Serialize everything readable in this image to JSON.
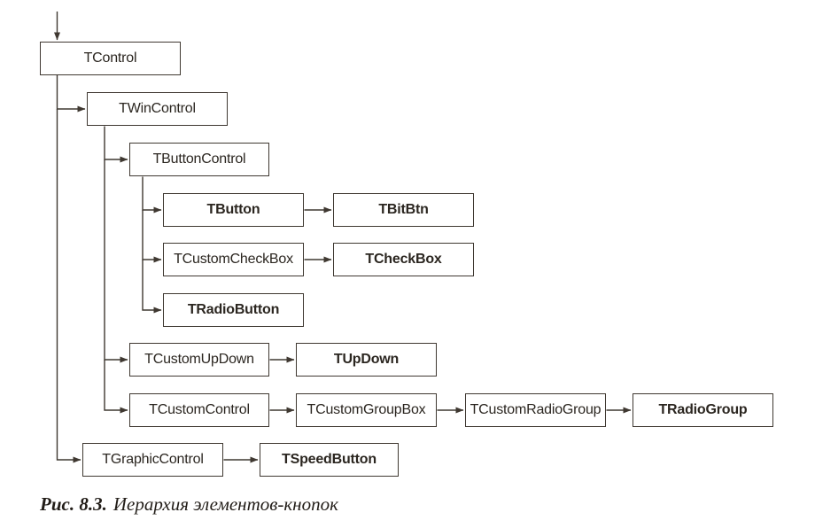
{
  "figure": {
    "label": "Рис. 8.3.",
    "title": "Иерархия элементов-кнопок"
  },
  "colors": {
    "ink": "#3f3831",
    "text": "#2b2620",
    "background": "#ffffff"
  },
  "diagram": {
    "incoming_arrow_to": "TControl",
    "nodes": [
      {
        "id": "TControl",
        "label": "TControl",
        "bold": false
      },
      {
        "id": "TWinControl",
        "label": "TWinControl",
        "bold": false
      },
      {
        "id": "TButtonControl",
        "label": "TButtonControl",
        "bold": false
      },
      {
        "id": "TButton",
        "label": "TButton",
        "bold": true
      },
      {
        "id": "TBitBtn",
        "label": "TBitBtn",
        "bold": true
      },
      {
        "id": "TCustomCheckBox",
        "label": "TCustomCheckBox",
        "bold": false
      },
      {
        "id": "TCheckBox",
        "label": "TCheckBox",
        "bold": true
      },
      {
        "id": "TRadioButton",
        "label": "TRadioButton",
        "bold": true
      },
      {
        "id": "TCustomUpDown",
        "label": "TCustomUpDown",
        "bold": false
      },
      {
        "id": "TUpDown",
        "label": "TUpDown",
        "bold": true
      },
      {
        "id": "TCustomControl",
        "label": "TCustomControl",
        "bold": false
      },
      {
        "id": "TCustomGroupBox",
        "label": "TCustomGroupBox",
        "bold": false
      },
      {
        "id": "TCustomRadioGroup",
        "label": "TCustomRadioGroup",
        "bold": false
      },
      {
        "id": "TRadioGroup",
        "label": "TRadioGroup",
        "bold": true
      },
      {
        "id": "TGraphicControl",
        "label": "TGraphicControl",
        "bold": false
      },
      {
        "id": "TSpeedButton",
        "label": "TSpeedButton",
        "bold": true
      }
    ],
    "edges": [
      {
        "from": "TControl",
        "to": "TWinControl"
      },
      {
        "from": "TControl",
        "to": "TGraphicControl"
      },
      {
        "from": "TWinControl",
        "to": "TButtonControl"
      },
      {
        "from": "TWinControl",
        "to": "TCustomUpDown"
      },
      {
        "from": "TWinControl",
        "to": "TCustomControl"
      },
      {
        "from": "TButtonControl",
        "to": "TButton"
      },
      {
        "from": "TButtonControl",
        "to": "TCustomCheckBox"
      },
      {
        "from": "TButtonControl",
        "to": "TRadioButton"
      },
      {
        "from": "TButton",
        "to": "TBitBtn"
      },
      {
        "from": "TCustomCheckBox",
        "to": "TCheckBox"
      },
      {
        "from": "TCustomUpDown",
        "to": "TUpDown"
      },
      {
        "from": "TCustomControl",
        "to": "TCustomGroupBox"
      },
      {
        "from": "TCustomGroupBox",
        "to": "TCustomRadioGroup"
      },
      {
        "from": "TCustomRadioGroup",
        "to": "TRadioGroup"
      },
      {
        "from": "TGraphicControl",
        "to": "TSpeedButton"
      }
    ]
  }
}
